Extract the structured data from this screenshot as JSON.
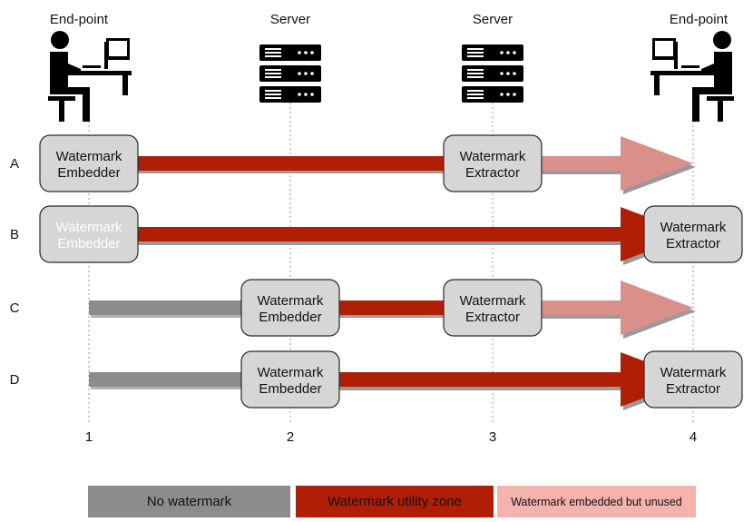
{
  "columns": [
    {
      "id": "1",
      "header": "End-point",
      "icon": "person-at-computer-icon",
      "label": "1"
    },
    {
      "id": "2",
      "header": "Server",
      "icon": "server-rack-icon",
      "label": "2"
    },
    {
      "id": "3",
      "header": "Server",
      "icon": "server-rack-icon",
      "label": "3"
    },
    {
      "id": "4",
      "header": "End-point",
      "icon": "person-at-computer-icon",
      "label": "4"
    }
  ],
  "rows": [
    {
      "label": "A",
      "segments": [
        {
          "from": "1",
          "to": "3",
          "zone": "utility"
        },
        {
          "from": "3",
          "to": "4",
          "zone": "unused",
          "arrow": true
        }
      ],
      "boxes": [
        {
          "column": "1",
          "line1": "Watermark",
          "line2": "Embedder"
        },
        {
          "column": "3",
          "line1": "Watermark",
          "line2": "Extractor"
        }
      ]
    },
    {
      "label": "B",
      "segments": [
        {
          "from": "1",
          "to": "4",
          "zone": "utility",
          "arrow": true
        }
      ],
      "boxes": [
        {
          "column": "1",
          "line1": "Watermark",
          "line2": "Embedder",
          "text_color": "#ffffff"
        },
        {
          "column": "4",
          "line1": "Watermark",
          "line2": "Extractor"
        }
      ]
    },
    {
      "label": "C",
      "segments": [
        {
          "from": "1",
          "to": "2",
          "zone": "none"
        },
        {
          "from": "2",
          "to": "3",
          "zone": "utility"
        },
        {
          "from": "3",
          "to": "4",
          "zone": "unused",
          "arrow": true
        }
      ],
      "boxes": [
        {
          "column": "2",
          "line1": "Watermark",
          "line2": "Embedder"
        },
        {
          "column": "3",
          "line1": "Watermark",
          "line2": "Extractor"
        }
      ]
    },
    {
      "label": "D",
      "segments": [
        {
          "from": "1",
          "to": "2",
          "zone": "none"
        },
        {
          "from": "2",
          "to": "4",
          "zone": "utility",
          "arrow": true
        }
      ],
      "boxes": [
        {
          "column": "2",
          "line1": "Watermark",
          "line2": "Embedder"
        },
        {
          "column": "4",
          "line1": "Watermark",
          "line2": "Extractor"
        }
      ]
    }
  ],
  "legend": [
    {
      "zone": "none",
      "label": "No watermark",
      "color": "#8c8c8c"
    },
    {
      "zone": "utility",
      "label": "Watermark utility zone",
      "color": "#b01e06"
    },
    {
      "zone": "unused",
      "label": "Watermark embedded but unused",
      "color": "#f5b3ad"
    }
  ],
  "colors": {
    "none": "#8c8c8c",
    "utility": "#b01e06",
    "unused": "#d98f8a",
    "box_fill": "#d6d6d6",
    "box_stroke": "#2a2a2a",
    "guide": "#9a9a9a",
    "arrow_shadow": "#9a9a9a"
  }
}
